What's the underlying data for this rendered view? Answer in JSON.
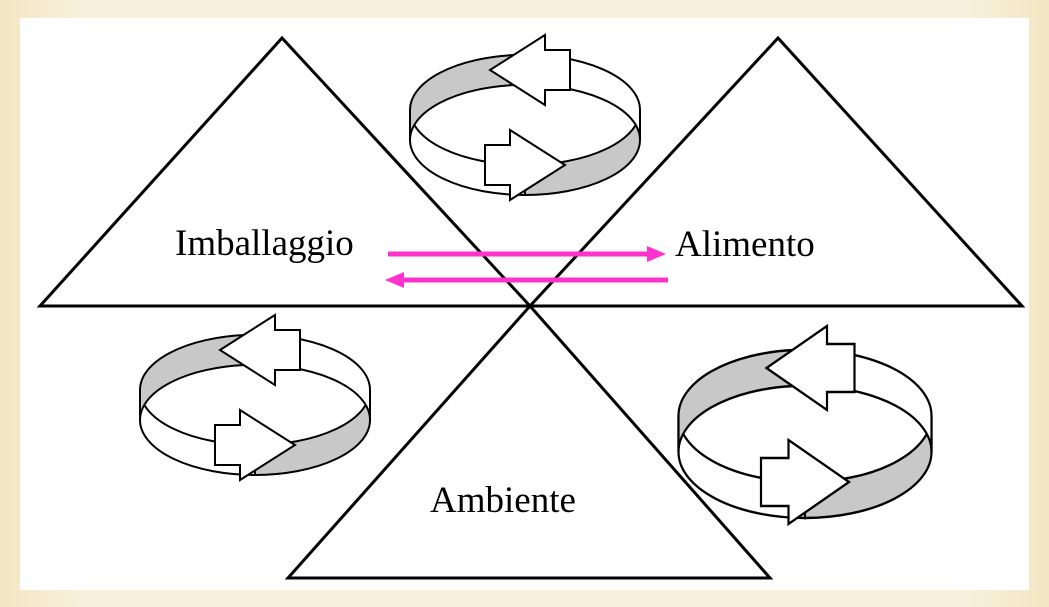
{
  "labels": {
    "packaging": "Imballaggio",
    "food": "Alimento",
    "environment": "Ambiente"
  },
  "colors": {
    "background": "#f6edd6",
    "panel": "#ffffff",
    "stroke": "#000000",
    "exchange_arrows": "#ff33cc",
    "cycle_band_shade": "#c8c8c8"
  },
  "icons": [
    "cycle-arrow-icon",
    "exchange-arrow-right-icon",
    "exchange-arrow-left-icon"
  ]
}
